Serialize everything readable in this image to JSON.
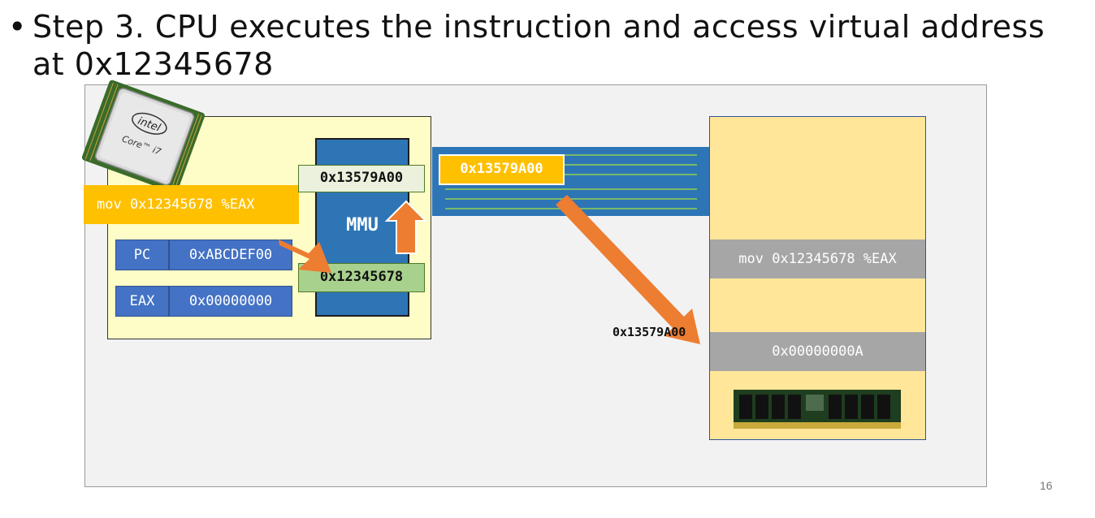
{
  "slide": {
    "bullet": "•",
    "title_line1": "Step 3. CPU executes the instruction and access virtual address",
    "title_line2": "at 0x12345678",
    "page_number": "16"
  },
  "cpu": {
    "chip_brand": "intel",
    "chip_model": "Core™ i7",
    "instruction": "mov 0x12345678 %EAX",
    "registers": [
      {
        "name": "PC",
        "value": "0xABCDEF00"
      },
      {
        "name": "EAX",
        "value": "0x00000000"
      }
    ]
  },
  "mmu": {
    "label": "MMU",
    "virtual_address": "0x12345678",
    "physical_address": "0x13579A00"
  },
  "bus": {
    "address": "0x13579A00"
  },
  "memory": {
    "instruction_row": "mov 0x12345678 %EAX",
    "data_row": "0x00000000A",
    "arrow_label": "0x13579A00",
    "icon": "ram-module-icon"
  },
  "colors": {
    "cpu_bg": "#fffdc7",
    "mmu_blue": "#2e75b6",
    "register_blue": "#4472c4",
    "instruction_orange": "#ffc000",
    "arrow_orange": "#ed7d31",
    "memory_bg": "#ffe699",
    "memory_row_gray": "#a6a6a6",
    "virt_green": "#a9d18e",
    "phys_green": "#ebf1dd"
  }
}
